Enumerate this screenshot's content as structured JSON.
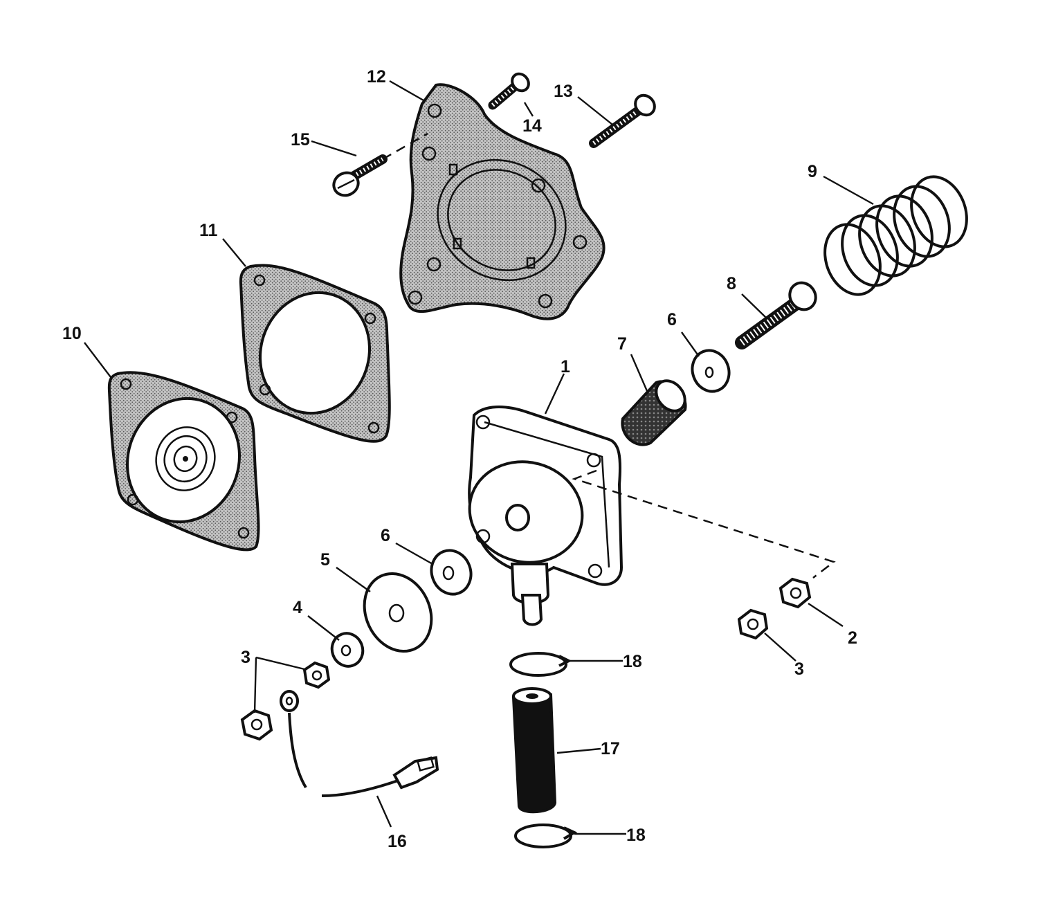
{
  "callouts": {
    "n1": "1",
    "n2": "2",
    "n3a": "3",
    "n3b": "3",
    "n4": "4",
    "n5": "5",
    "n6a": "6",
    "n6b": "6",
    "n7": "7",
    "n8": "8",
    "n9": "9",
    "n10": "10",
    "n11": "11",
    "n12": "12",
    "n13": "13",
    "n14": "14",
    "n15": "15",
    "n16": "16",
    "n17": "17",
    "n18a": "18",
    "n18b": "18"
  },
  "colors": {
    "ink": "#111111",
    "stipple": "#9a9a9a",
    "paper": "#ffffff"
  }
}
